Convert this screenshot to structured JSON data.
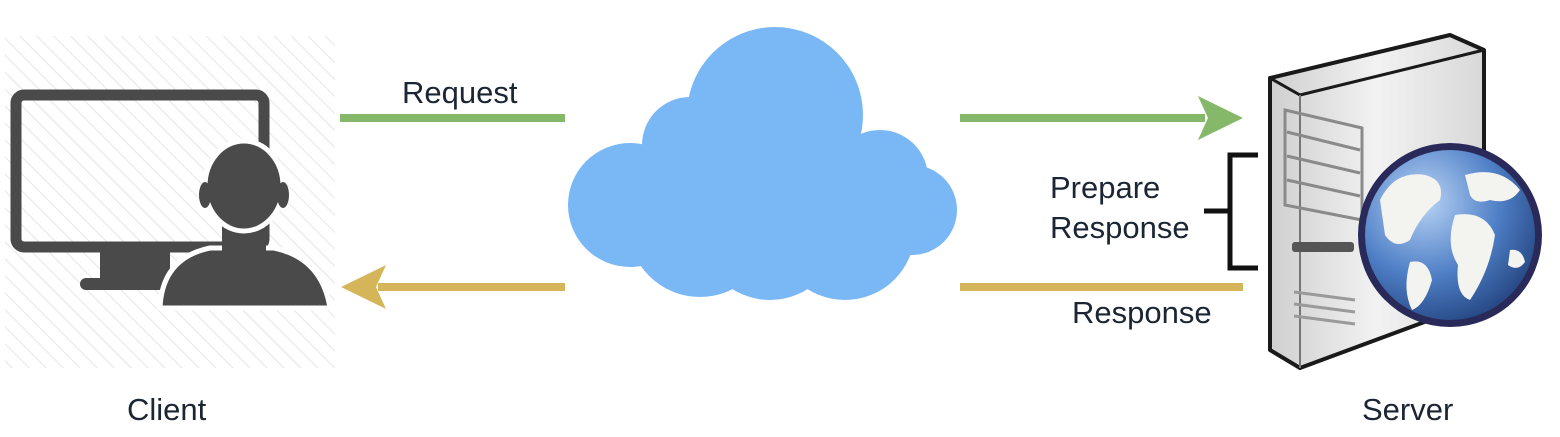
{
  "nodes": {
    "client": {
      "label": "Client",
      "icon": "computer-user-icon"
    },
    "network": {
      "icon": "cloud-icon"
    },
    "server": {
      "label": "Server",
      "icon": "server-globe-icon"
    }
  },
  "edges": {
    "request": {
      "label": "Request",
      "from": "client",
      "to": "server",
      "color": "#86b86a"
    },
    "response": {
      "label": "Response",
      "from": "server",
      "to": "client",
      "color": "#d4b55a"
    }
  },
  "annotations": {
    "prepare_response": {
      "line1": "Prepare",
      "line2": "Response",
      "bracket": "bracket-icon"
    }
  },
  "colors": {
    "cloud": "#7ab8f5",
    "icon_dark": "#4a4a4a",
    "text": "#1c2533"
  }
}
